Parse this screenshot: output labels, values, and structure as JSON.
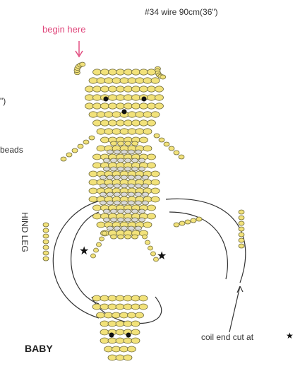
{
  "labels": {
    "begin": "begin here",
    "wire": "#34 wire 90cm(36\")",
    "left_top": "\")",
    "left_beads": "beads",
    "hind_leg": "HIND LEG",
    "baby": "BABY",
    "coil": "coil end cut at"
  },
  "markers": {
    "star": "★"
  },
  "colors": {
    "bead_yellow": "#f2e27a",
    "bead_outline": "#6f6a3a",
    "silver_bead": "#d9d9d9",
    "wire": "#333333",
    "label_pink": "#e0457a",
    "eye": "#111111"
  }
}
